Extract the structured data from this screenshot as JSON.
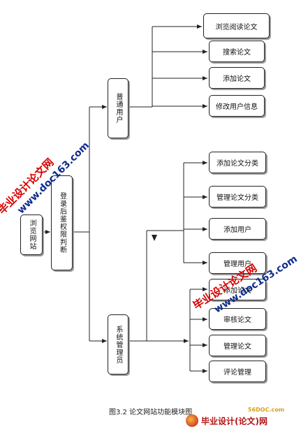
{
  "diagram": {
    "root": "浏览网站",
    "decision": "登录后鉴权限判断",
    "roles": [
      {
        "name": "普通用户",
        "functions": [
          "浏览阅读论文",
          "搜索论文",
          "添加论文",
          "修改用户信息"
        ]
      },
      {
        "name": "系统管理员",
        "groups": [
          [
            "添加论文分类",
            "管理论文分类",
            "添加用户",
            "管理用户"
          ],
          [
            "添加论文",
            "审核论文",
            "管理论文",
            "评论管理"
          ]
        ]
      }
    ]
  },
  "caption": "图3.2 论文网站功能模块图",
  "watermarks": {
    "brand": "毕业设计论文网",
    "site": "www.doc163.com",
    "footer_brand": "毕业设计(论文)网",
    "footer_site": "56DOC.com"
  },
  "colors": {
    "line": "#222222",
    "watermark_red": "#d60000",
    "watermark_blue": "#0d2c8c"
  }
}
